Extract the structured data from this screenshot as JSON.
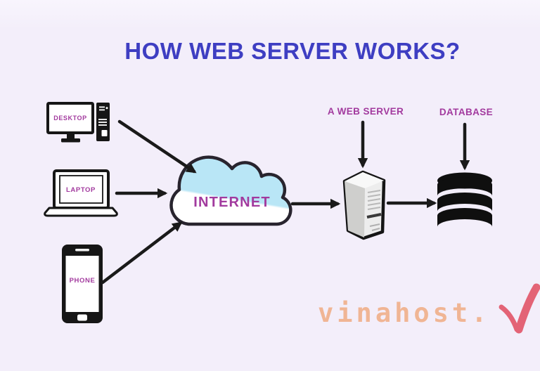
{
  "title": "HOW WEB SERVER WORKS?",
  "nodes": {
    "desktop": {
      "label": "DESKTOP",
      "icon": "desktop-computer-icon"
    },
    "laptop": {
      "label": "LAPTOP",
      "icon": "laptop-icon"
    },
    "phone": {
      "label": "PHONE",
      "icon": "smartphone-icon"
    },
    "internet": {
      "label": "INTERNET",
      "icon": "cloud-icon"
    },
    "web_server": {
      "label": "A WEB SERVER",
      "icon": "server-tower-icon"
    },
    "database": {
      "label": "DATABASE",
      "icon": "database-cylinder-icon"
    }
  },
  "edges": [
    {
      "from": "desktop",
      "to": "internet"
    },
    {
      "from": "laptop",
      "to": "internet"
    },
    {
      "from": "phone",
      "to": "internet"
    },
    {
      "from": "internet",
      "to": "web_server"
    },
    {
      "from": "web_server",
      "to": "database"
    }
  ],
  "label_arrows": [
    "web_server",
    "database"
  ],
  "watermark": {
    "text": "vinahost.",
    "logo": "v-check-logo"
  },
  "colors": {
    "background": "#f3eefa",
    "title_color": "#3e3ec2",
    "label_magenta": "#a23a9e",
    "outline_black": "#1a1a1a",
    "cloud_blue": "#b9e6f6",
    "watermark_orange": "#f0a97e",
    "watermark_red": "#e25568"
  }
}
